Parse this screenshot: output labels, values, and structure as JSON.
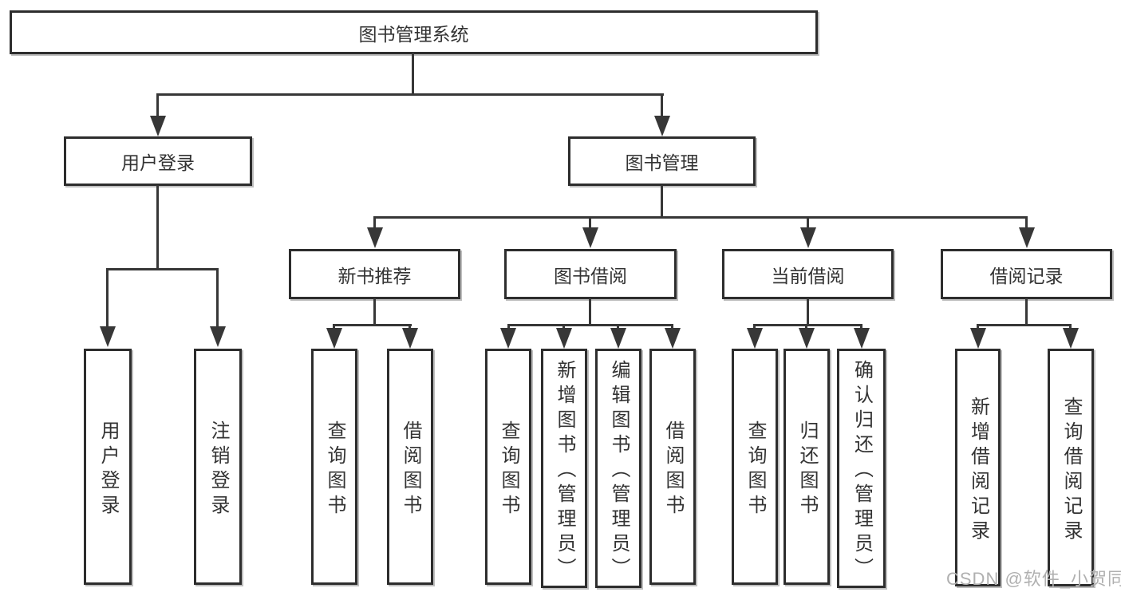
{
  "diagram_title": "图书管理系统",
  "tree": {
    "root": "图书管理系统",
    "level2": {
      "left": "用户登录",
      "right": "图书管理"
    },
    "login_children": [
      "用户登录",
      "注销登录"
    ],
    "modules": [
      {
        "label": "新书推荐",
        "children": [
          "查询图书",
          "借阅图书"
        ]
      },
      {
        "label": "图书借阅",
        "children": [
          "查询图书",
          "新增图书（管理员）",
          "编辑图书（管理员）",
          "借阅图书"
        ]
      },
      {
        "label": "当前借阅",
        "children": [
          "查询图书",
          "归还图书",
          "确认归还（管理员）"
        ]
      },
      {
        "label": "借阅记录",
        "children": [
          "新增借阅记录",
          "查询借阅记录"
        ]
      }
    ]
  },
  "watermark": "CSDN @软件_小贺同学",
  "colors": {
    "line": "#373737",
    "box_border": "#2d2d2d",
    "box_fill": "#ffffff",
    "text": "#333333",
    "watermark": "#b0b0b0",
    "background": "#ffffff"
  }
}
